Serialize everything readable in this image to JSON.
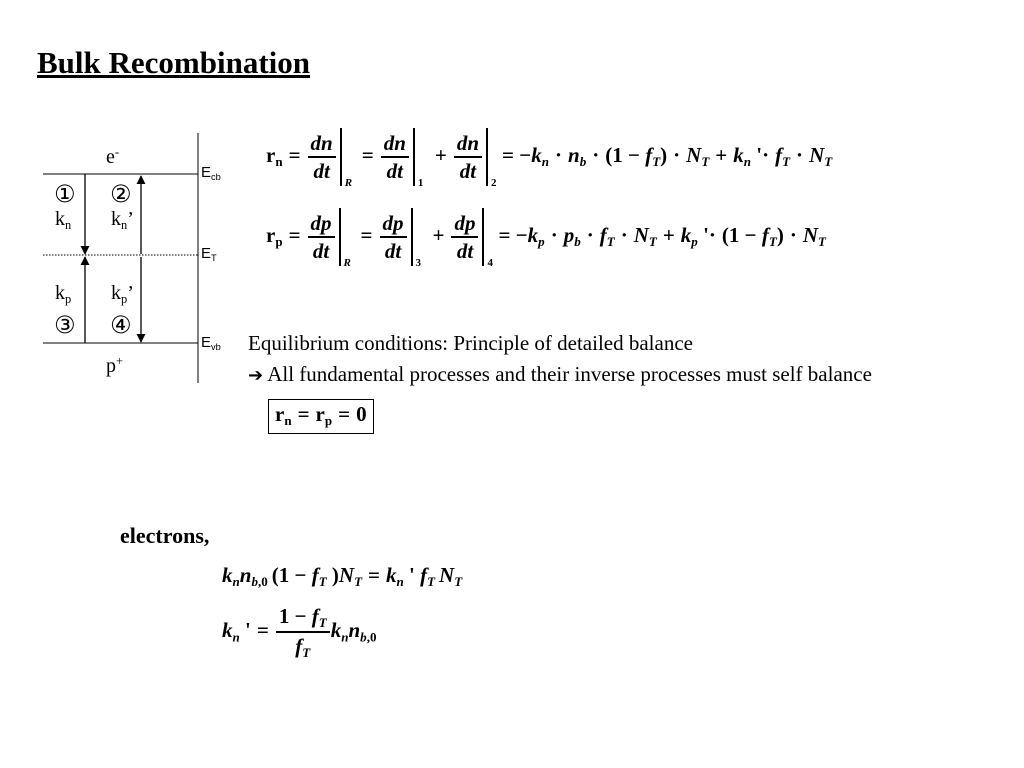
{
  "slide": {
    "title": "Bulk Recombination"
  },
  "diagram": {
    "electron_label": "e",
    "electron_sup": "-",
    "hole_label": "p",
    "hole_sup": "+",
    "level_labels": [
      {
        "main": "E",
        "sub": "cb"
      },
      {
        "main": "E",
        "sub": "T"
      },
      {
        "main": "E",
        "sub": "vb"
      }
    ],
    "process_numbers": [
      "①",
      "②",
      "③",
      "④"
    ],
    "rates": {
      "kn": {
        "k": "k",
        "sub": "n",
        "prime": ""
      },
      "kn_prime": {
        "k": "k",
        "sub": "n",
        "prime": "’"
      },
      "kp": {
        "k": "k",
        "sub": "p",
        "prime": ""
      },
      "kp_prime": {
        "k": "k",
        "sub": "p",
        "prime": "’"
      }
    }
  },
  "equations": {
    "rn": {
      "lhs": "r",
      "lhs_sub": "n",
      "d_num": "dn",
      "d_den": "dt",
      "eval": [
        "R",
        "1",
        "2"
      ],
      "rhs": "= −k_n · n_b · (1 − f_T) · N_T + k_n '· f_T · N_T"
    },
    "rp": {
      "lhs": "r",
      "lhs_sub": "p",
      "d_num": "dp",
      "d_den": "dt",
      "eval": [
        "R",
        "3",
        "4"
      ],
      "rhs": "= −k_p · p_b · f_T · N_T + k_p '· (1 − f_T) · N_T"
    }
  },
  "text": {
    "line1": "Equilibrium conditions: Principle of detailed balance",
    "line2_arrow": "➔",
    "line2": "All fundamental processes and their inverse processes must self balance",
    "boxed": {
      "r": "r",
      "n": "n",
      "p": "p",
      "zero": "0"
    },
    "electrons": "electrons,"
  },
  "equilibrium": {
    "eq3": "k_n n_{b,0} (1 − f_T) N_T = k_n ' f_T N_T",
    "eq4": "k_n ' = (1 − f_T)/f_T · k_n n_{b,0}"
  }
}
